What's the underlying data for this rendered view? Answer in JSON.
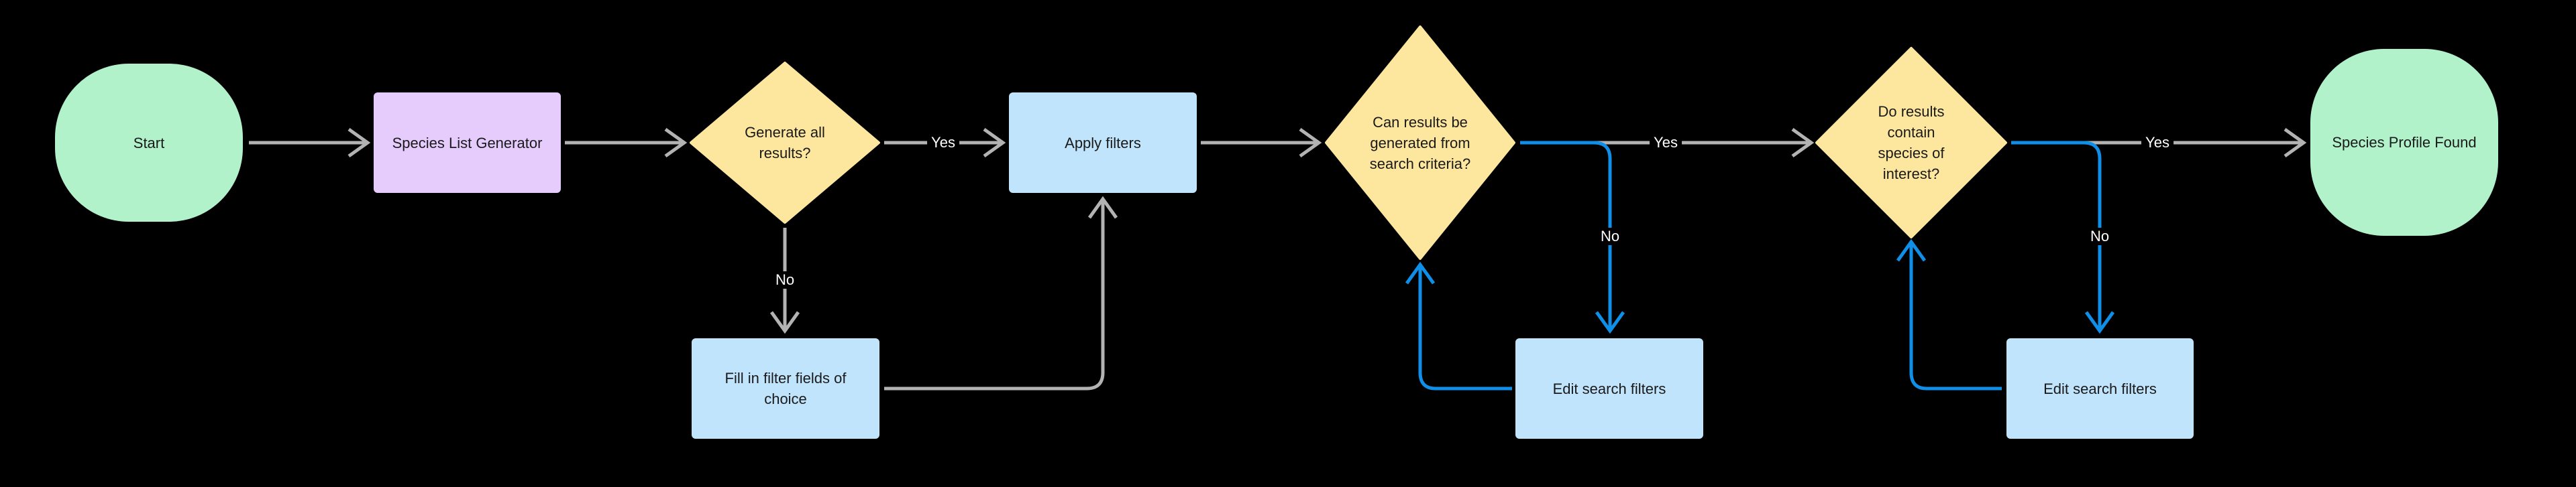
{
  "colors": {
    "background": "#000000",
    "terminal": "#b1f2cb",
    "generator": "#e5ccfd",
    "decision": "#fde69e",
    "process": "#c1e4fd",
    "edge_gray": "#b3b3b3",
    "edge_blue": "#0f8fe8",
    "label_text": "#ffffff"
  },
  "nodes": {
    "start": "Start",
    "species_list_generator": "Species List Generator",
    "generate_all": "Generate all results?",
    "apply_filters": "Apply filters",
    "fill_filters": "Fill in filter fields of choice",
    "can_results": "Can results be generated from search criteria?",
    "edit_filters_1": "Edit search filters",
    "do_results": "Do results contain species of interest?",
    "edit_filters_2": "Edit search filters",
    "profile_found": "Species Profile Found"
  },
  "edge_labels": {
    "yes_1": "Yes",
    "no_1": "No",
    "yes_2": "Yes",
    "no_2": "No",
    "yes_3": "Yes",
    "no_3": "No"
  }
}
